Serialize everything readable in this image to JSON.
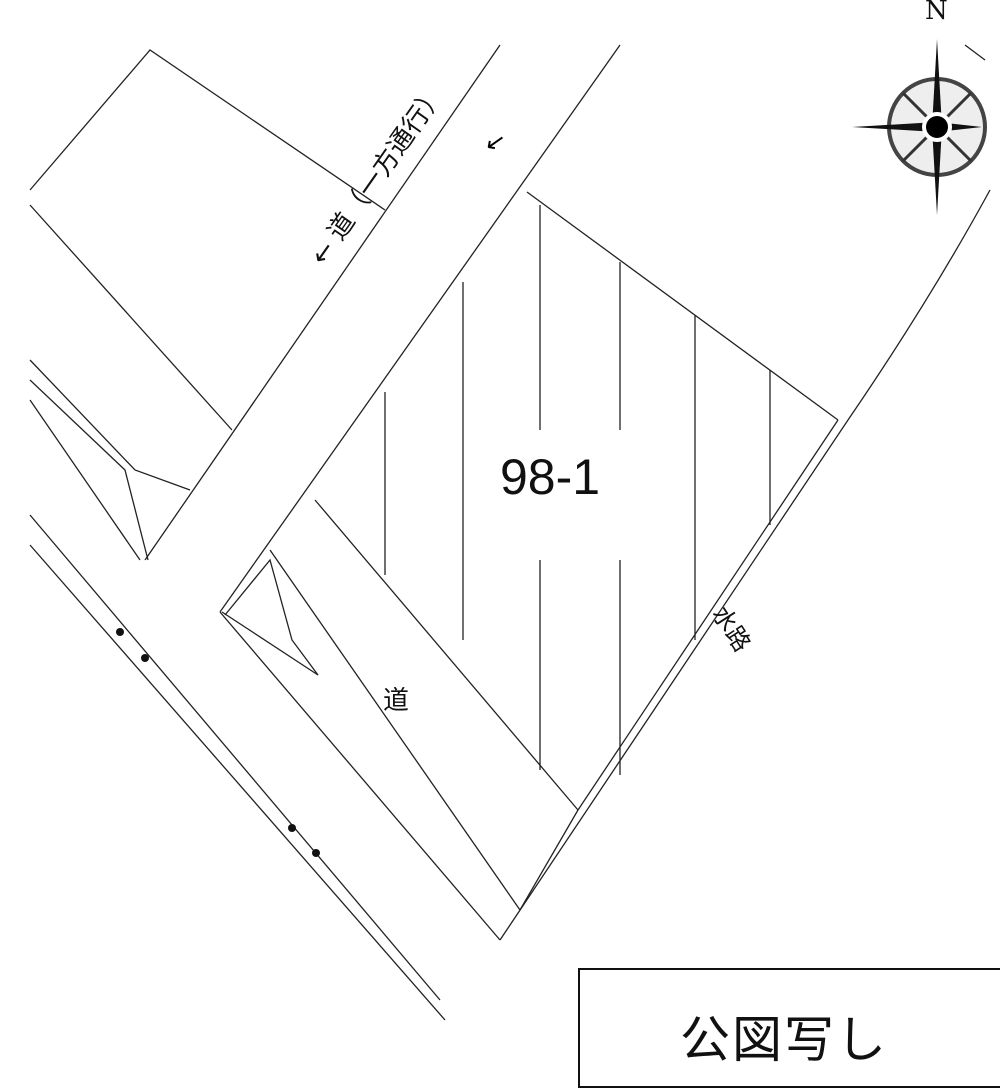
{
  "map": {
    "parcel_number": "98-1",
    "road_label_oneway": "← 道（一方通行）",
    "oneway_arrow": "←",
    "road_label": "道",
    "waterway_label": "水路",
    "north_label": "N",
    "compass_icon": "compass-rose-icon"
  },
  "title_box": {
    "title": "公図写し"
  }
}
